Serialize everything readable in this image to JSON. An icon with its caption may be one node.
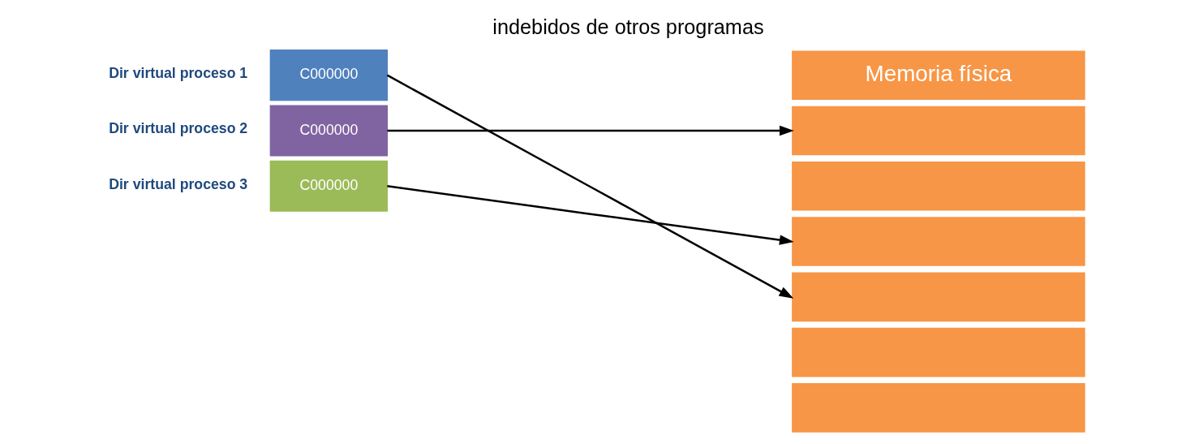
{
  "diagram": {
    "nodes": [
      {
        "text": [
          "C000000"
        ],
        "beside": [
          "Dir virtual proceso 1"
        ]
      },
      {
        "text": [
          "C000000"
        ],
        "beside": [
          "Dir virtual proceso 2"
        ]
      },
      {
        "text": [
          "C000000"
        ],
        "beside": [
          "Dir virtual proceso 3"
        ]
      },
      {
        "text": [
          "Memoria física"
        ]
      },
      {
        "text": [],
        "shape": "box"
      },
      {
        "text": [],
        "shape": "box"
      },
      {
        "text": [],
        "shape": "box"
      },
      {
        "text": [],
        "shape": "box"
      },
      {
        "text": [],
        "shape": "box"
      },
      {
        "text": [],
        "shape": "box"
      }
    ],
    "edges": [
      {
        "from": 0,
        "to": 7,
        "arrow": "to"
      },
      {
        "from": 1,
        "to": 4,
        "arrow": "to"
      },
      {
        "from": 2,
        "to": 6,
        "arrow": "to"
      }
    ],
    "labels": [
      "indebidos de otros programas"
    ]
  }
}
